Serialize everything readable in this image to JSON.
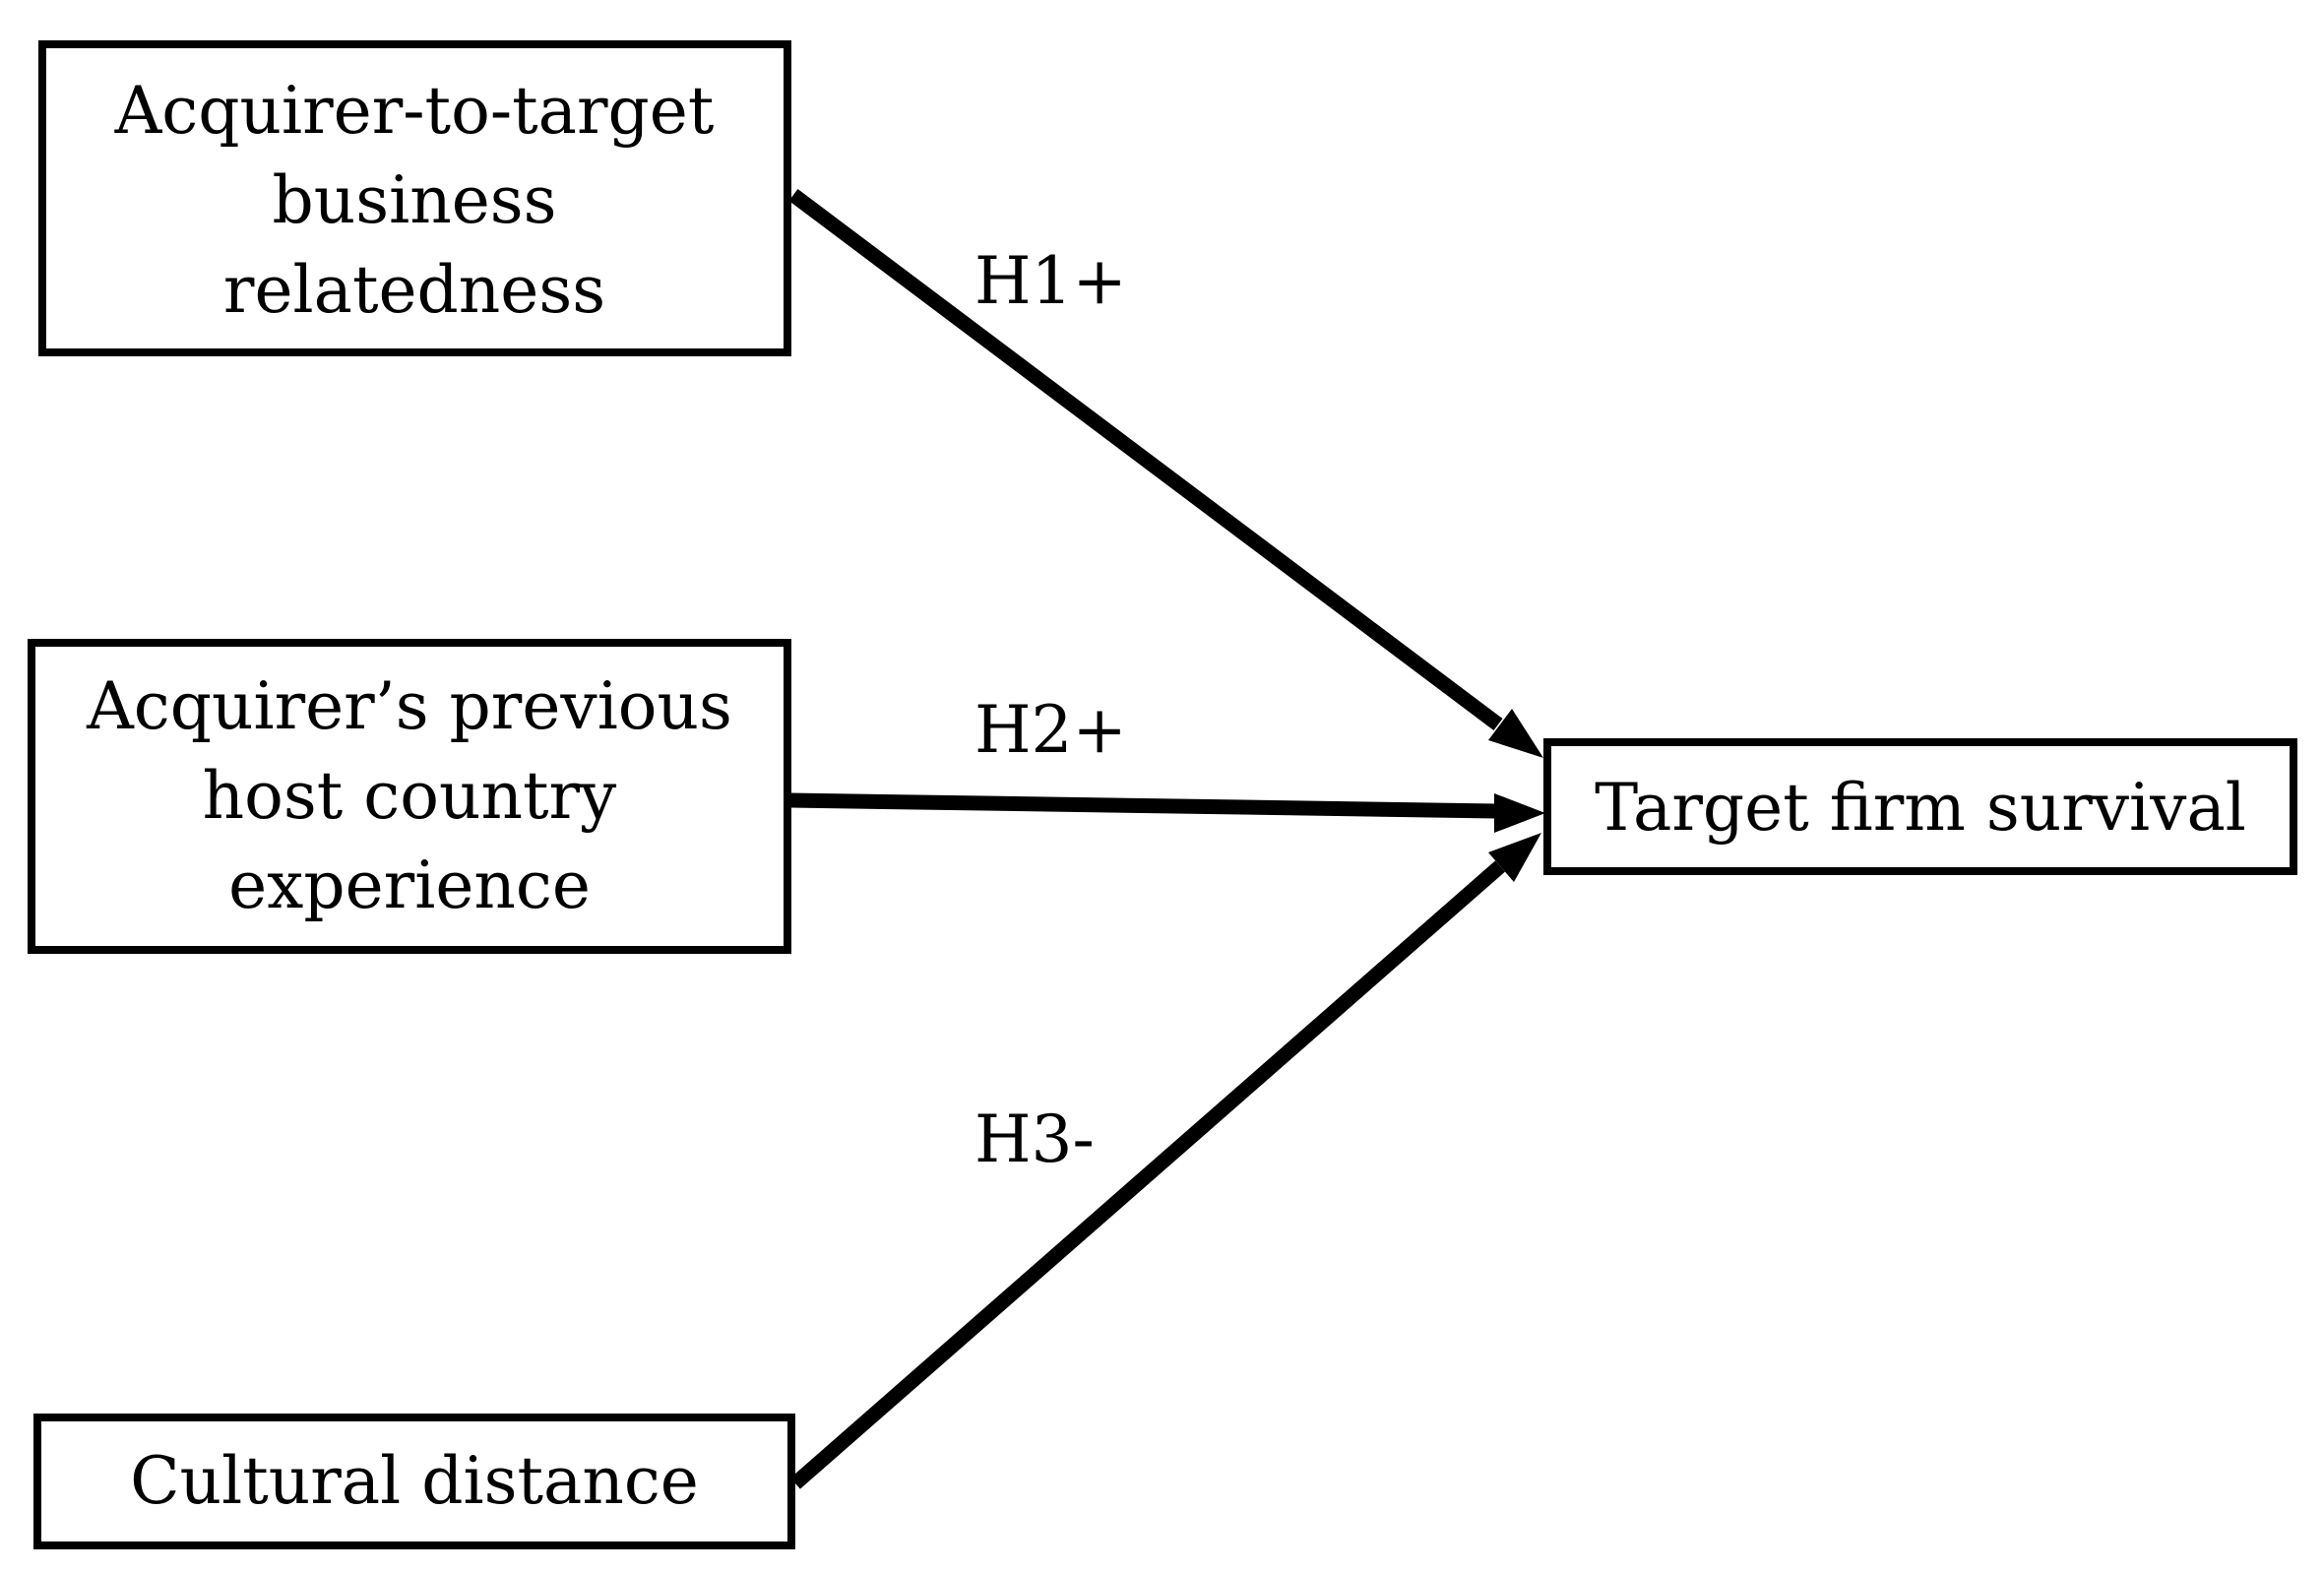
{
  "nodes": {
    "relatedness": {
      "lines": [
        "Acquirer-to-target",
        "business",
        "relatedness"
      ]
    },
    "experience": {
      "lines": [
        "Acquirer’s previous",
        "host country",
        "experience"
      ]
    },
    "distance": {
      "lines": [
        "Cultural distance"
      ]
    },
    "survival": {
      "lines": [
        "Target firm survival"
      ]
    }
  },
  "edges": {
    "h1": {
      "from": "relatedness",
      "to": "survival",
      "label": "H1+"
    },
    "h2": {
      "from": "experience",
      "to": "survival",
      "label": "H2+"
    },
    "h3": {
      "from": "distance",
      "to": "survival",
      "label": "H3-"
    }
  }
}
